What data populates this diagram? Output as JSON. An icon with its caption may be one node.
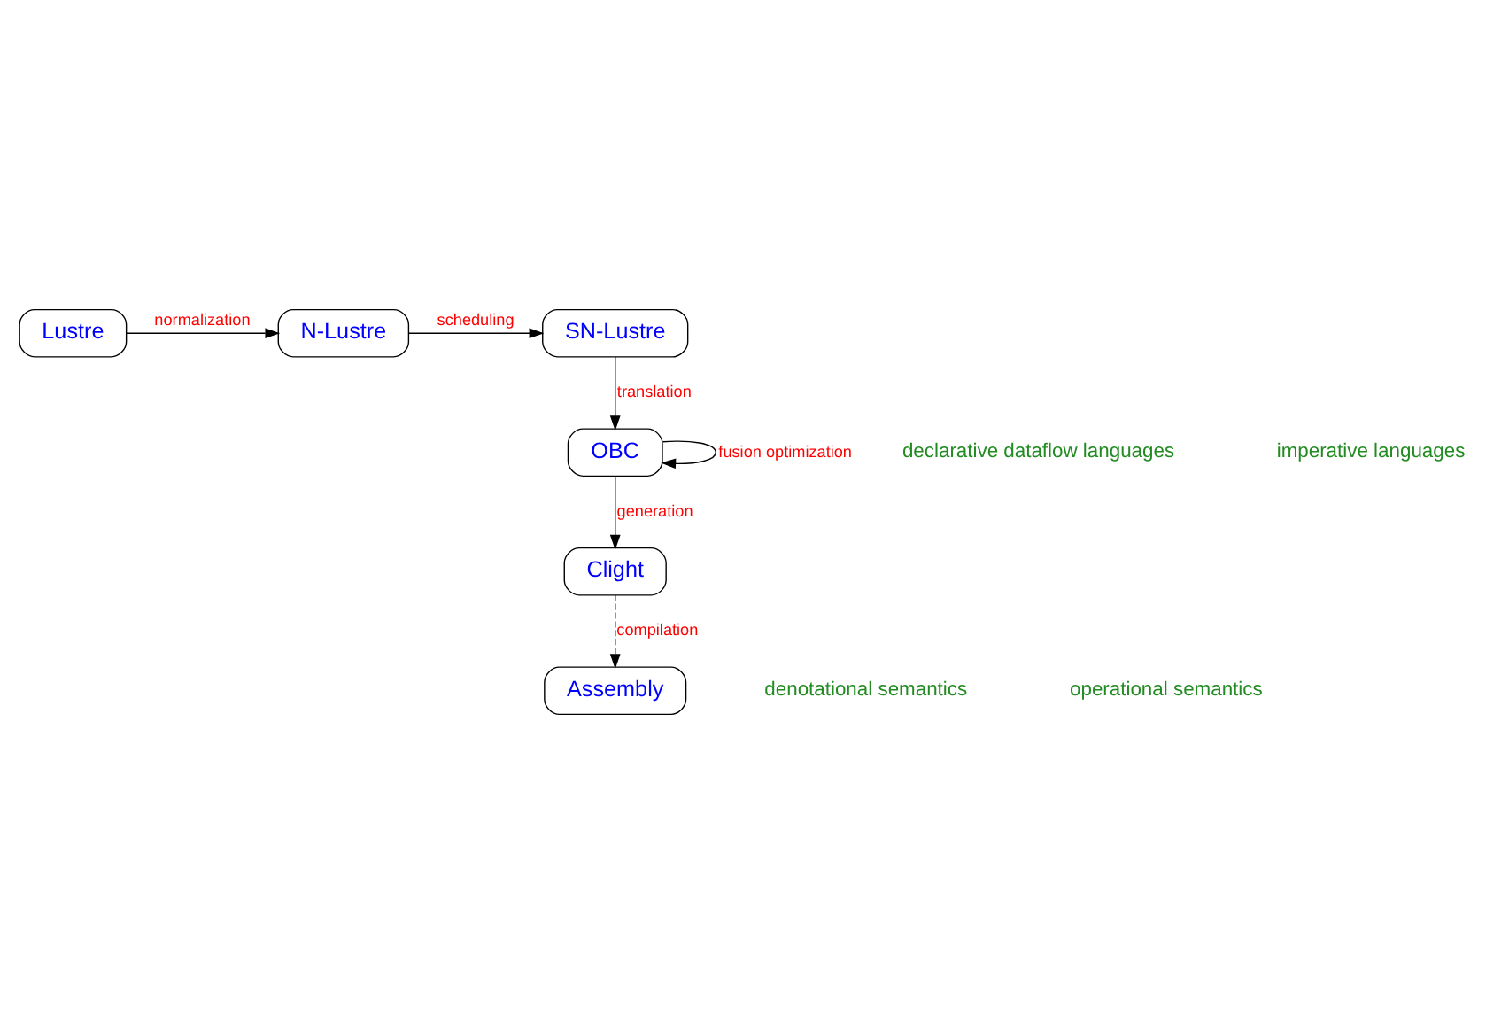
{
  "diagram": {
    "nodes": [
      {
        "text": [
          "Lustre"
        ]
      },
      {
        "text": [
          "N-Lustre"
        ]
      },
      {
        "text": [
          "SN-Lustre"
        ]
      },
      {
        "text": [
          "OBC"
        ]
      },
      {
        "text": [
          "Clight"
        ]
      },
      {
        "text": [
          "Assembly"
        ]
      }
    ],
    "edges": [
      {
        "from": 0,
        "to": 1,
        "arrow": "to",
        "label": "normalization"
      },
      {
        "from": 1,
        "to": 2,
        "arrow": "to",
        "label": "scheduling"
      },
      {
        "from": 2,
        "to": 3,
        "arrow": "to",
        "label": "translation"
      },
      {
        "from": 3,
        "to": 3,
        "arrow": "to",
        "label": "fusion optimization"
      },
      {
        "from": 3,
        "to": 4,
        "arrow": "to",
        "label": "generation"
      },
      {
        "from": 4,
        "to": 5,
        "arrow": "to",
        "label": "compilation",
        "style": "dashed"
      }
    ],
    "labels": [
      "declarative dataflow languages",
      "imperative languages",
      "denotational semantics",
      "operational semantics"
    ]
  }
}
